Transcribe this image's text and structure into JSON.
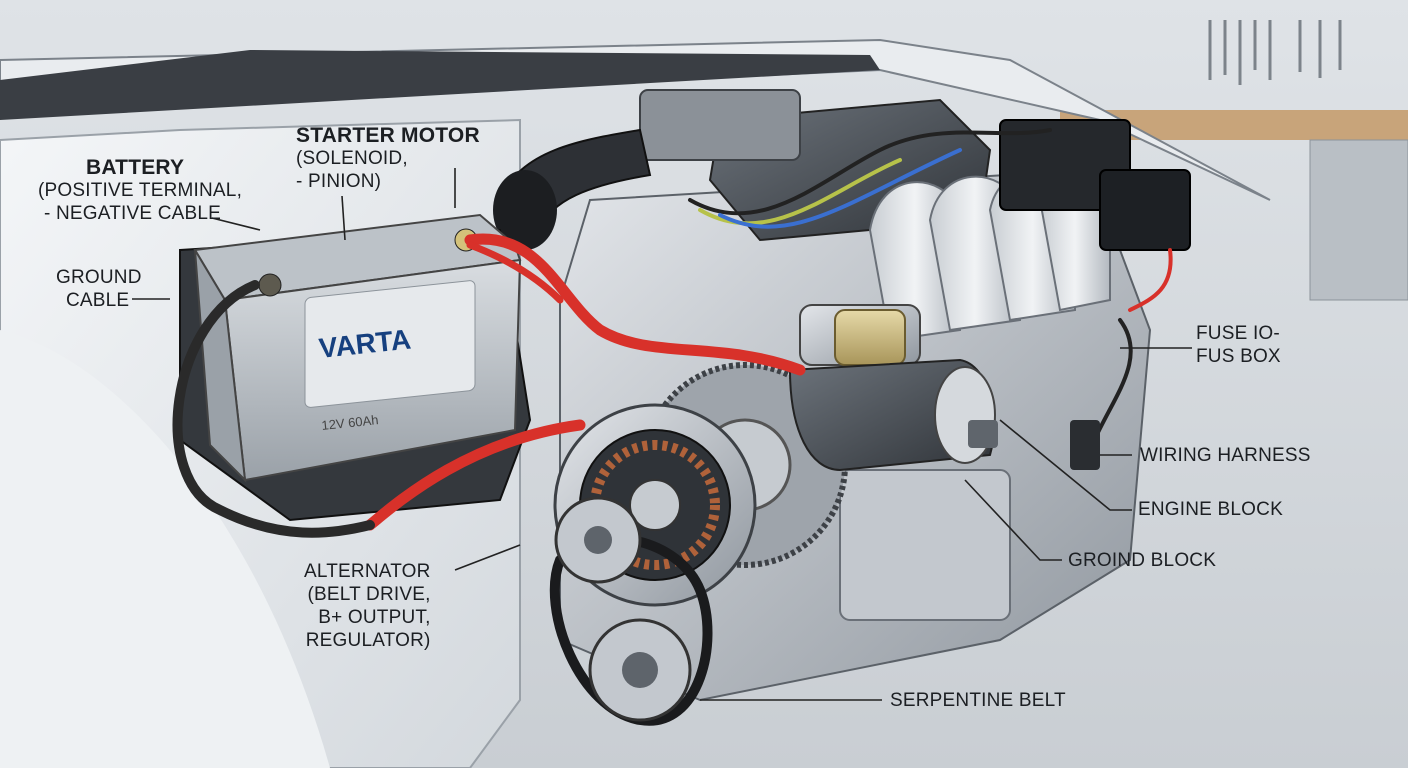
{
  "diagram": {
    "components": [
      {
        "id": "battery",
        "lines": [
          "BATTERY",
          "(POSITIVE TERMINAL,",
          "- NEGATIVE CABLE"
        ]
      },
      {
        "id": "starter",
        "lines": [
          "STARTER MOTOR",
          "(SOLENOID,",
          "- PINION)"
        ]
      },
      {
        "id": "ground-cable",
        "lines": [
          "GROUND",
          "CABLE"
        ]
      },
      {
        "id": "fuse-box",
        "lines": [
          "FUSE IO-",
          "FUS BOX"
        ]
      },
      {
        "id": "wiring-harness",
        "lines": [
          "WIRING HARNESS"
        ]
      },
      {
        "id": "engine-block",
        "lines": [
          "ENGINE BLOCK"
        ]
      },
      {
        "id": "ground-block",
        "lines": [
          "GROIND BLOCK"
        ]
      },
      {
        "id": "alternator",
        "lines": [
          "ALTERNATOR",
          "(BELT DRIVE,",
          "B+ OUTPUT,",
          "REGULATOR)"
        ]
      },
      {
        "id": "serpentine-belt",
        "lines": [
          "SERPENTINE BELT"
        ]
      }
    ],
    "battery_markings": {
      "brand": "VARTA",
      "rating": "12V 60Ah"
    }
  },
  "colors": {
    "positive_cable": "#d8312a",
    "ground_cable": "#2a2a2a",
    "battery_case": "#c9ced4",
    "engine_metal": "#b9bfc6",
    "leader_lines": "#222222"
  }
}
